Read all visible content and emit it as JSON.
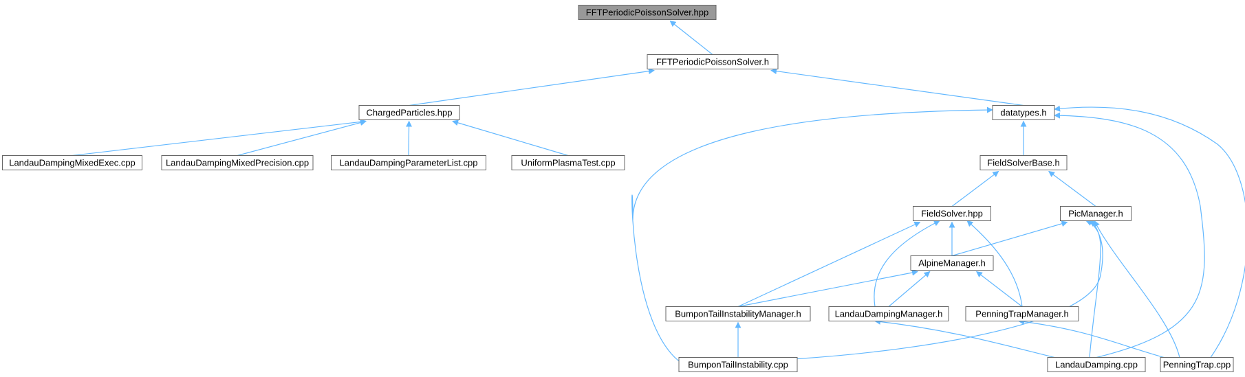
{
  "diagram": {
    "edge_color": "#63b8ff",
    "root_fill": "#999999",
    "nodes": [
      {
        "id": "fftpps_hpp",
        "label": "FFTPeriodicPoissonSolver.hpp",
        "root": true
      },
      {
        "id": "fftpps_h",
        "label": "FFTPeriodicPoissonSolver.h"
      },
      {
        "id": "charged",
        "label": "ChargedParticles.hpp"
      },
      {
        "id": "datatypes",
        "label": "datatypes.h"
      },
      {
        "id": "ldmixedexec",
        "label": "LandauDampingMixedExec.cpp"
      },
      {
        "id": "ldmixedprec",
        "label": "LandauDampingMixedPrecision.cpp"
      },
      {
        "id": "ldparam",
        "label": "LandauDampingParameterList.cpp"
      },
      {
        "id": "uniform",
        "label": "UniformPlasmaTest.cpp"
      },
      {
        "id": "fsbase",
        "label": "FieldSolverBase.h"
      },
      {
        "id": "fieldsolver",
        "label": "FieldSolver.hpp"
      },
      {
        "id": "picmanager",
        "label": "PicManager.h"
      },
      {
        "id": "alpine",
        "label": "AlpineManager.h"
      },
      {
        "id": "btimanager",
        "label": "BumponTailInstabilityManager.h"
      },
      {
        "id": "ldmanager",
        "label": "LandauDampingManager.h"
      },
      {
        "id": "ptmanager",
        "label": "PenningTrapManager.h"
      },
      {
        "id": "bti",
        "label": "BumponTailInstability.cpp"
      },
      {
        "id": "ld",
        "label": "LandauDamping.cpp"
      },
      {
        "id": "pt",
        "label": "PenningTrap.cpp"
      }
    ],
    "edges": [
      {
        "from": "fftpps_h",
        "to": "fftpps_hpp"
      },
      {
        "from": "charged",
        "to": "fftpps_h"
      },
      {
        "from": "datatypes",
        "to": "fftpps_h"
      },
      {
        "from": "ldmixedexec",
        "to": "charged"
      },
      {
        "from": "ldmixedprec",
        "to": "charged"
      },
      {
        "from": "ldparam",
        "to": "charged"
      },
      {
        "from": "uniform",
        "to": "charged"
      },
      {
        "from": "fsbase",
        "to": "datatypes"
      },
      {
        "from": "bti",
        "to": "datatypes"
      },
      {
        "from": "ld",
        "to": "datatypes"
      },
      {
        "from": "pt",
        "to": "datatypes"
      },
      {
        "from": "fieldsolver",
        "to": "fsbase"
      },
      {
        "from": "picmanager",
        "to": "fsbase"
      },
      {
        "from": "alpine",
        "to": "fieldsolver"
      },
      {
        "from": "btimanager",
        "to": "fieldsolver"
      },
      {
        "from": "ldmanager",
        "to": "fieldsolver"
      },
      {
        "from": "ptmanager",
        "to": "fieldsolver"
      },
      {
        "from": "alpine",
        "to": "picmanager"
      },
      {
        "from": "bti",
        "to": "picmanager"
      },
      {
        "from": "ld",
        "to": "picmanager"
      },
      {
        "from": "pt",
        "to": "picmanager"
      },
      {
        "from": "btimanager",
        "to": "alpine"
      },
      {
        "from": "ldmanager",
        "to": "alpine"
      },
      {
        "from": "ptmanager",
        "to": "alpine"
      },
      {
        "from": "bti",
        "to": "btimanager"
      },
      {
        "from": "ld",
        "to": "ldmanager"
      },
      {
        "from": "pt",
        "to": "ptmanager"
      }
    ]
  }
}
